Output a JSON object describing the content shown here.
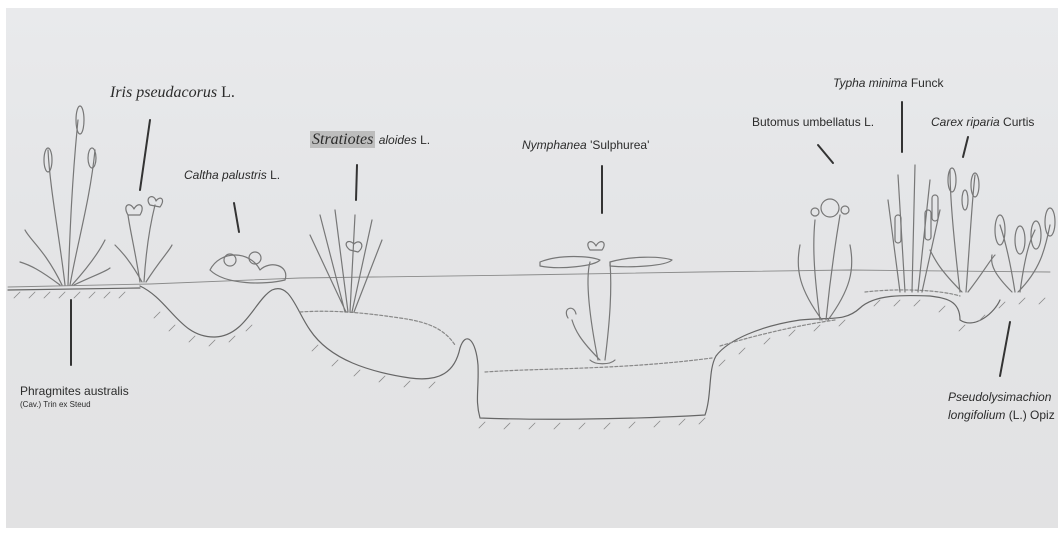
{
  "labels": {
    "iris": {
      "genus": "Iris pseudacorus",
      "author": "L."
    },
    "caltha": {
      "genus": "Caltha palustris",
      "author": "L."
    },
    "stratiotes": {
      "genus": "Stratiotes",
      "species": "aloides",
      "author": "L."
    },
    "nymphaea": {
      "genus": "Nymphanea",
      "cultivar": "'Sulphurea'"
    },
    "butomus": {
      "name": "Butomus umbellatus",
      "author": "L."
    },
    "typha": {
      "genus": "Typha minima",
      "author": "Funck"
    },
    "carex": {
      "genus": "Carex riparia",
      "author": "Curtis"
    },
    "phragmites": {
      "name": "Phragmites australis",
      "author": "(Cav.) Trin ex Steud"
    },
    "pseudolysimachion": {
      "line1": "Pseudolysimachion",
      "line2_genus": "longifolium",
      "line2_rest": "(L.) Opiz"
    }
  },
  "colors": {
    "paper": "#e6e7e9",
    "pencil": "#5a5a5a",
    "text": "#2b2b2b"
  }
}
